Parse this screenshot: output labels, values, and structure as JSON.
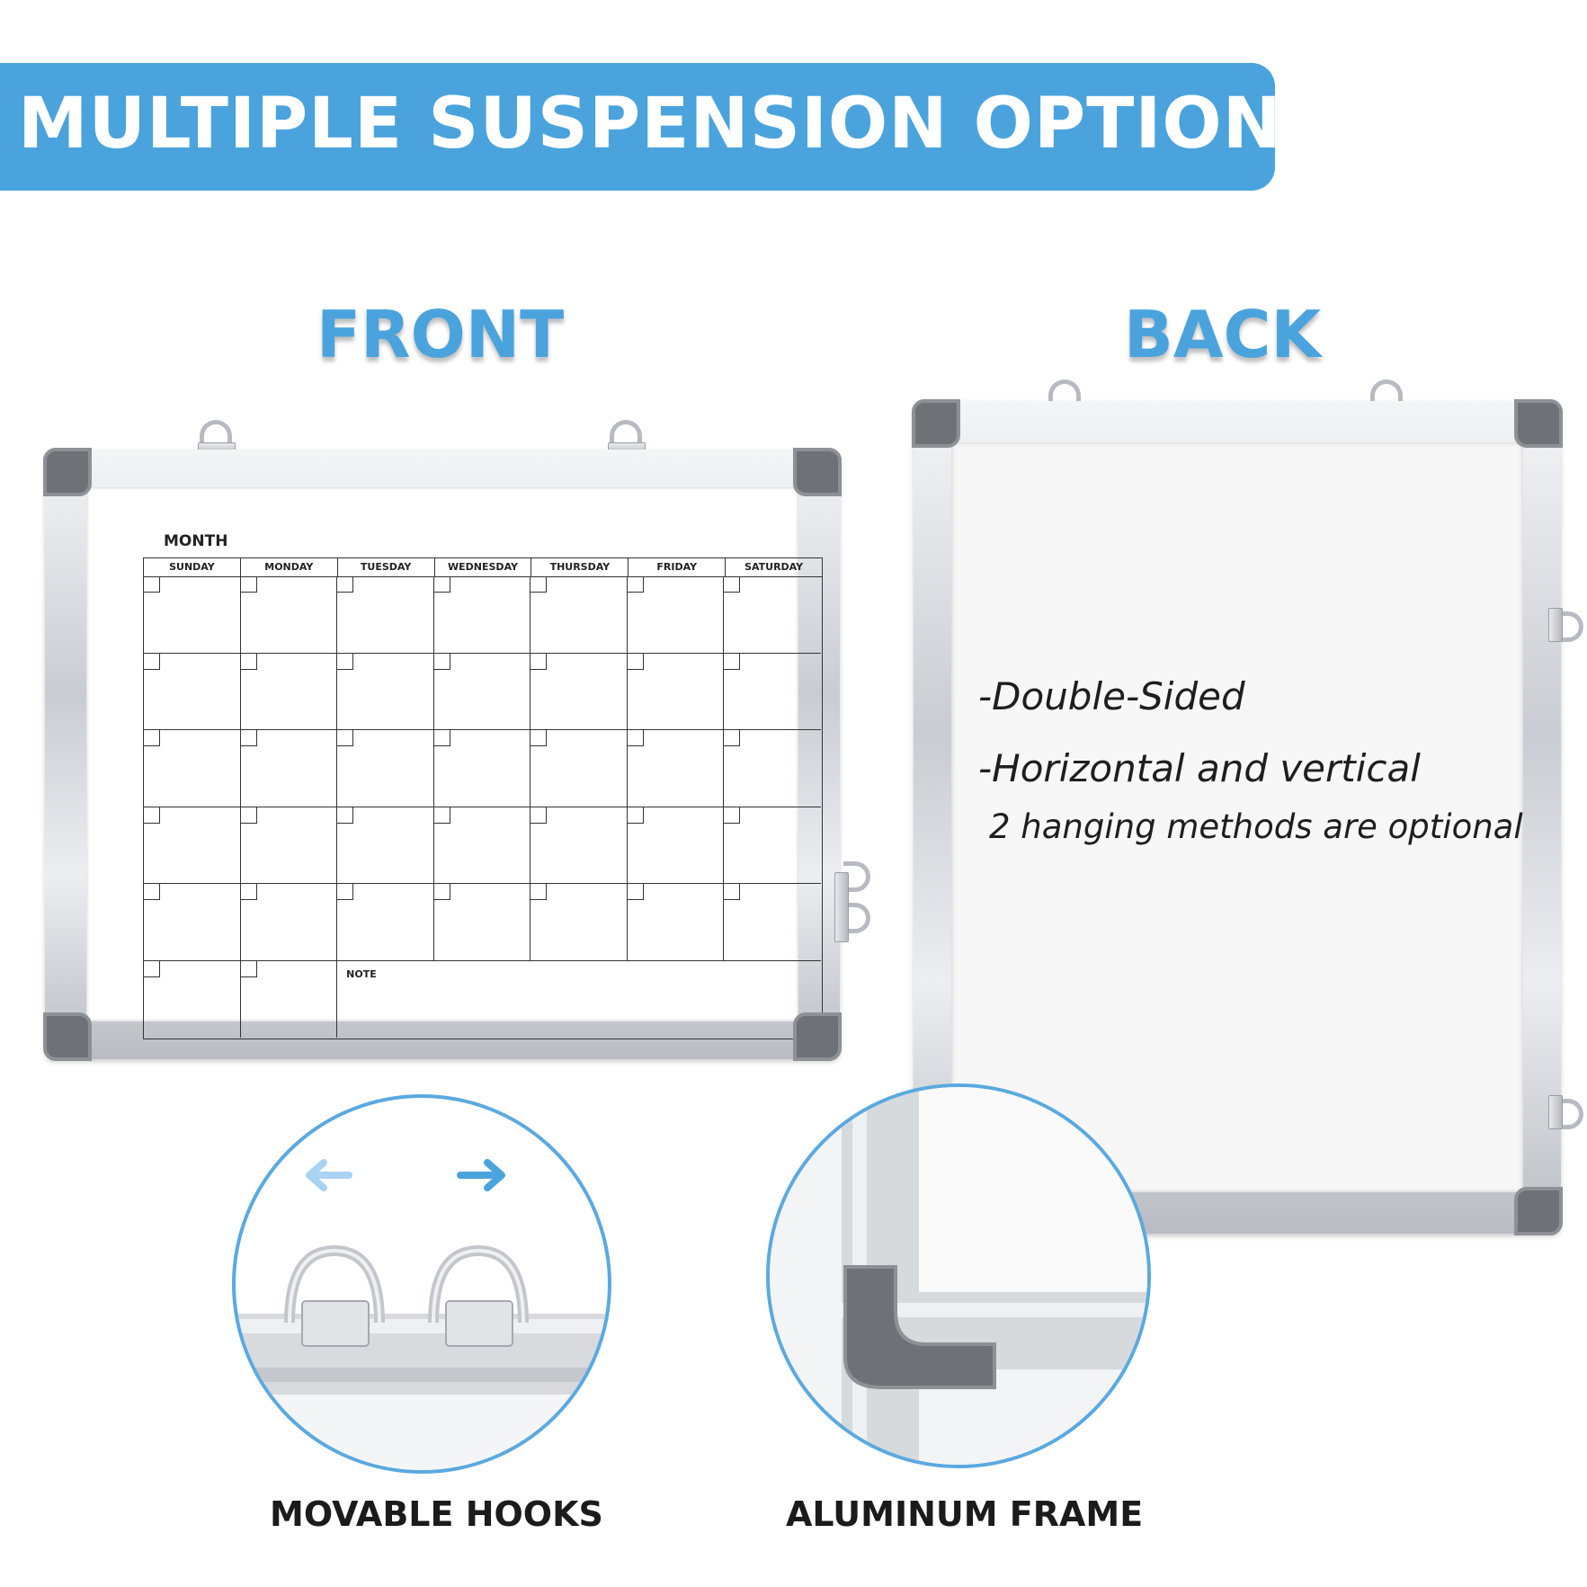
{
  "banner": {
    "title": "MULTIPLE SUSPENSION OPTIONS",
    "color": "#4aa3dd"
  },
  "front": {
    "label": "FRONT",
    "calendar": {
      "month_label": "MONTH",
      "days": [
        "SUNDAY",
        "MONDAY",
        "TUESDAY",
        "WEDNESDAY",
        "THURSDAY",
        "FRIDAY",
        "SATURDAY"
      ],
      "note_label": "NOTE"
    }
  },
  "back": {
    "label": "BACK",
    "line1": "-Double-Sided",
    "line2": "-Horizontal and vertical",
    "line3": "2 hanging methods are optional"
  },
  "details": {
    "hooks_caption": "MOVABLE HOOKS",
    "frame_caption": "ALUMINUM FRAME",
    "arrow_left_color": "#a9d3f2",
    "arrow_right_color": "#4aa3dd"
  },
  "icons": [
    "arrow-left-icon",
    "arrow-right-icon"
  ]
}
